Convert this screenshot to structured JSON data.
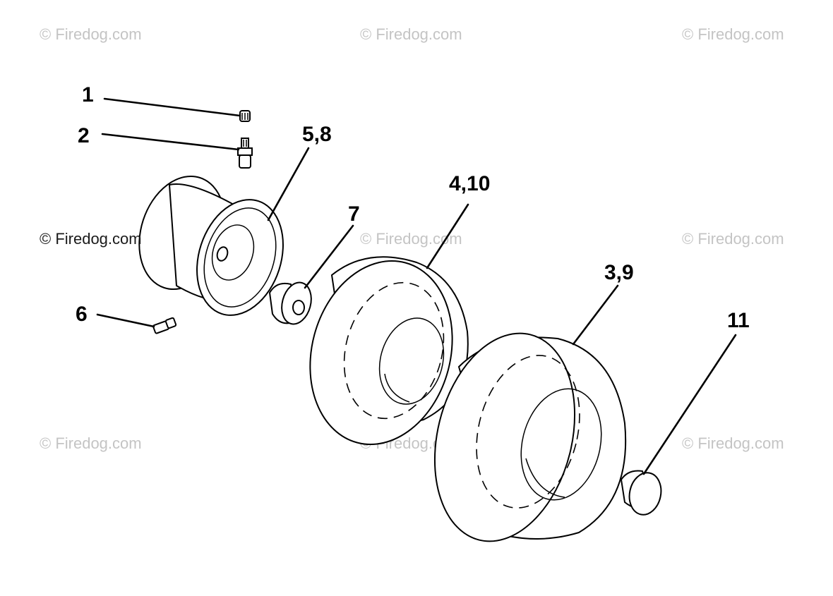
{
  "watermarks": [
    "© Firedog.com",
    "© Firedog.com",
    "© Firedog.com",
    "© Firedog.com",
    "© Firedog.com",
    "© Firedog.com",
    "© Firedog.com",
    "© Firedog.com",
    "© Firedog.com"
  ],
  "callouts": [
    {
      "label": "1",
      "part": "valve-cap"
    },
    {
      "label": "2",
      "part": "valve-stem"
    },
    {
      "label": "5,8",
      "part": "rim"
    },
    {
      "label": "4,10",
      "part": "front-tire"
    },
    {
      "label": "7",
      "part": "bushing"
    },
    {
      "label": "6",
      "part": "grease-fitting"
    },
    {
      "label": "3,9",
      "part": "rear-tire"
    },
    {
      "label": "11",
      "part": "cap"
    }
  ],
  "colors": {
    "line": "#000000",
    "background": "#ffffff",
    "watermark": "#c4c4c4"
  }
}
